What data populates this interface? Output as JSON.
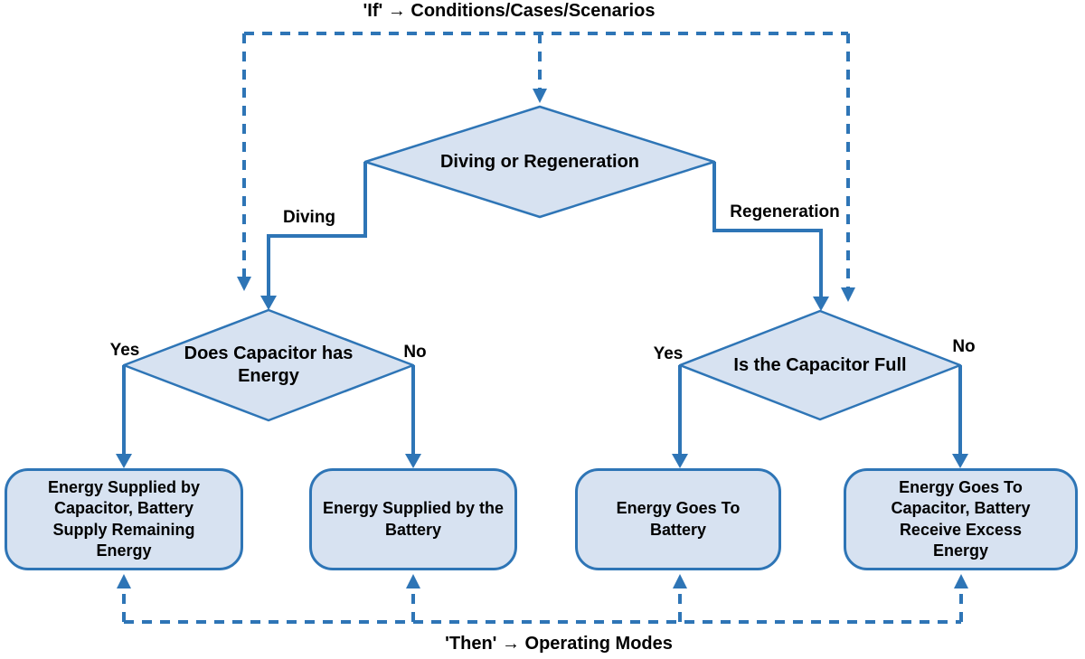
{
  "colors": {
    "stroke": "#2E75B6",
    "fill": "#D7E2F1",
    "text": "#000000"
  },
  "labels": {
    "if_header": "'If' → Conditions/Cases/Scenarios",
    "then_footer": "'Then' → Operating Modes",
    "diving_branch": "Diving",
    "regeneration_branch": "Regeneration",
    "yes_left": "Yes",
    "no_left": "No",
    "yes_right": "Yes",
    "no_right": "No"
  },
  "decisions": {
    "root": "Diving or Regeneration",
    "left": "Does Capacitor has Energy",
    "right": "Is the Capacitor Full"
  },
  "outcomes": {
    "box1": "Energy Supplied by Capacitor, Battery Supply Remaining Energy",
    "box2": "Energy Supplied by the Battery",
    "box3": "Energy Goes To Battery",
    "box4": "Energy Goes To Capacitor, Battery Receive Excess Energy"
  }
}
